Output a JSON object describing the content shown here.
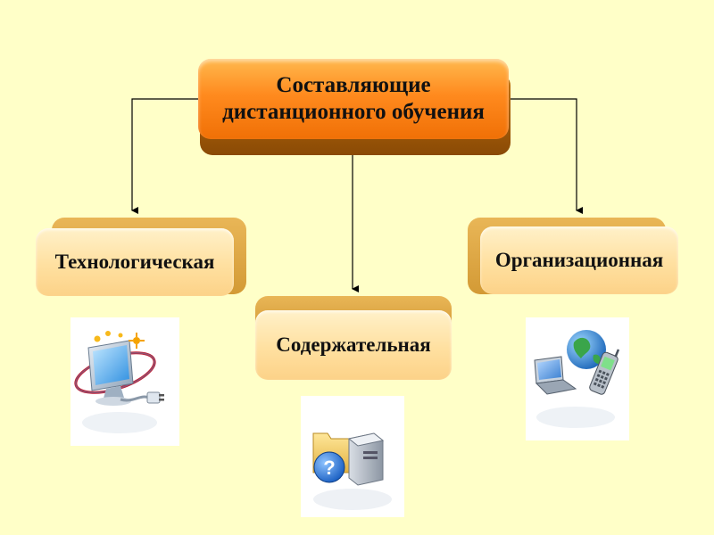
{
  "diagram": {
    "root": {
      "line1": "Составляющие",
      "line2": "дистанционного обучения"
    },
    "children": [
      {
        "label": "Технологическая",
        "icon": "computer-plug-icon"
      },
      {
        "label": "Содержательная",
        "icon": "folder-help-server-icon"
      },
      {
        "label": "Организационная",
        "icon": "globe-laptop-phone-icon"
      }
    ]
  },
  "colors": {
    "background": "#ffffc8",
    "root_box": "#ff8a1e",
    "child_box": "#ffe0a0",
    "connector": "#000000"
  }
}
